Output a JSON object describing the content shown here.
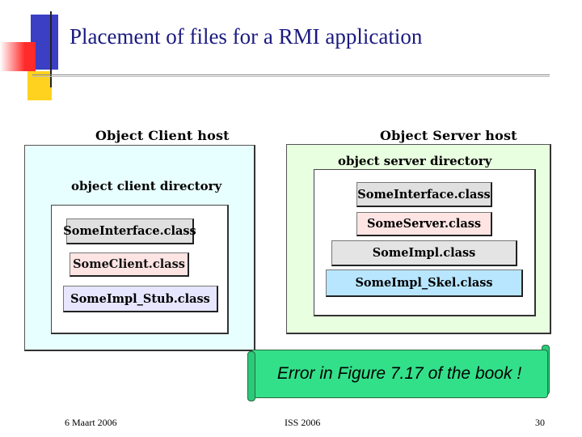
{
  "slide": {
    "title": "Placement of files for a RMI application"
  },
  "client": {
    "host_label": "Object Client host",
    "dir_label": "object client directory",
    "files": [
      "SomeInterface.class",
      "SomeClient.class",
      "SomeImpl_Stub.class"
    ]
  },
  "server": {
    "host_label": "Object Server host",
    "dir_label": "object server directory",
    "files": [
      "SomeInterface.class",
      "SomeServer.class",
      "SomeImpl.class",
      "SomeImpl_Skel.class"
    ]
  },
  "note": {
    "text": "Error in Figure 7.17 of the book !"
  },
  "footer": {
    "date": "6 Maart 2006",
    "course": "ISS 2006",
    "page": "30"
  },
  "colors": {
    "title": "#1a1a80",
    "client_host_bg": "#e8ffff",
    "server_host_bg": "#e8ffe0",
    "interface_file": "#e0e0e0",
    "client_file": "#ffe4e4",
    "stub_file": "#e6e6ff",
    "server_file": "#ffe4e4",
    "impl_file": "#e4e4e4",
    "skel_file": "#b8e6ff",
    "note_bg": "#33e08a"
  }
}
